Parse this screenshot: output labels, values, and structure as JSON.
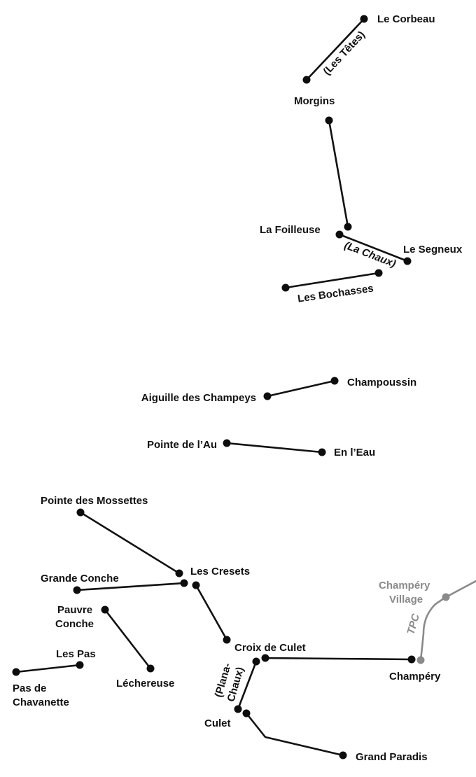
{
  "colors": {
    "line": "#111111",
    "tpc": "#8a8a8a"
  },
  "lifts": {
    "les_tetes": "(Les Têtes)",
    "la_chaux": "(La Chaux)",
    "plana_chaux_1": "(Plana-",
    "plana_chaux_2": "Chaux)",
    "tpc": "TPC"
  },
  "places": {
    "le_corbeau": "Le Corbeau",
    "morgins": "Morgins",
    "la_foilleuse": "La Foilleuse",
    "le_segneux": "Le Segneux",
    "les_bochasses": "Les Bochasses",
    "champoussin": "Champoussin",
    "aiguille_des_champeys": "Aiguille des Champeys",
    "pointe_de_lau": "Pointe de l’Au",
    "en_leau": "En l’Eau",
    "pointe_des_mossettes": "Pointe des Mossettes",
    "les_cresets": "Les Cresets",
    "grande_conche": "Grande Conche",
    "pauvre_conche_1": "Pauvre",
    "pauvre_conche_2": "Conche",
    "les_pas": "Les Pas",
    "pas_de_chavanette_1": "Pas de",
    "pas_de_chavanette_2": "Chavanette",
    "lechereuse": "Léchereuse",
    "croix_de_culet": "Croix de Culet",
    "culet": "Culet",
    "grand_paradis": "Grand Paradis",
    "champery": "Champéry",
    "champery_village_1": "Champéry",
    "champery_village_2": "Village"
  }
}
